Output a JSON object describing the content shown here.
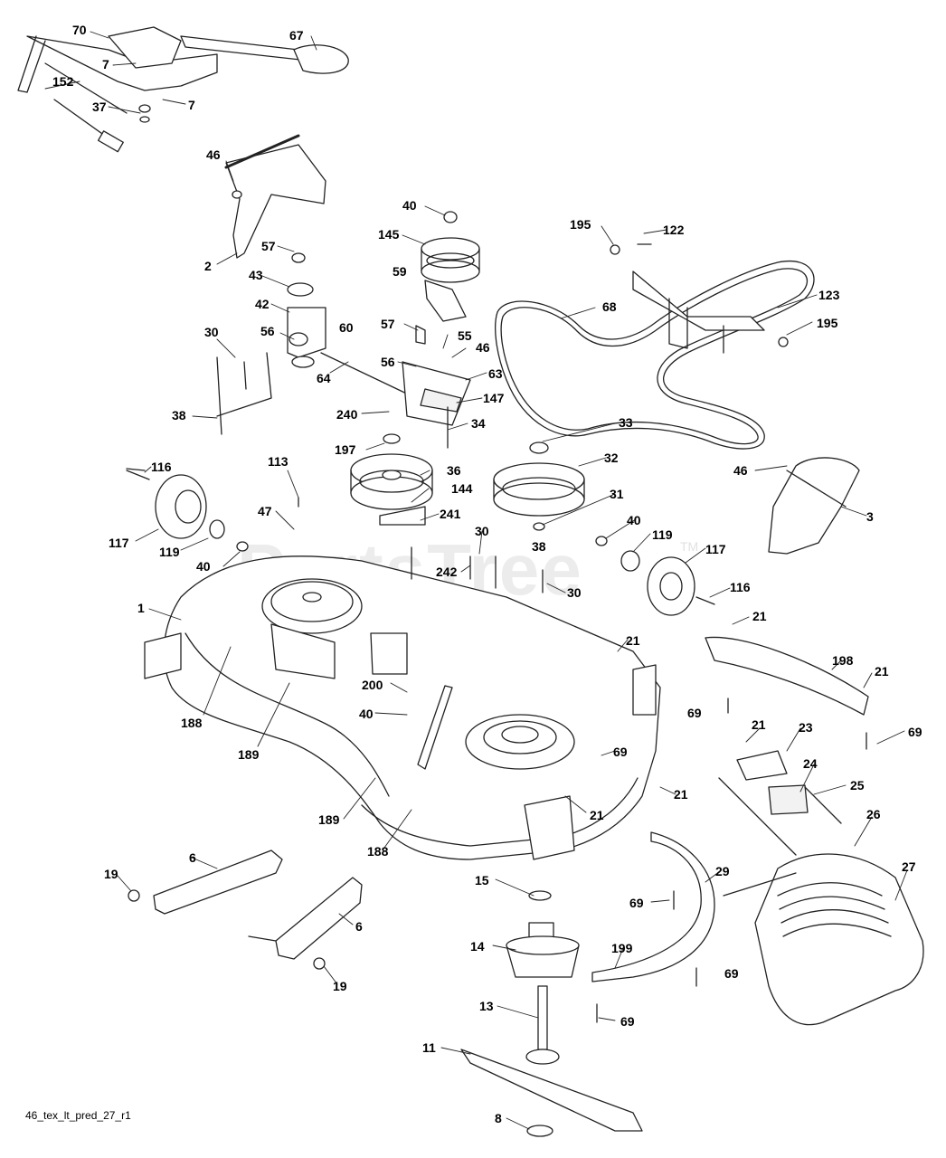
{
  "drawing_id": "46_tex_lt_pred_27_r1",
  "watermark": "PartsTree",
  "watermark_tm": "TM",
  "colors": {
    "line": "#222222",
    "fill": "#ffffff",
    "light": "#f2f2f2"
  },
  "callouts": [
    {
      "id": "c70",
      "text": "70"
    },
    {
      "id": "c67",
      "text": "67"
    },
    {
      "id": "c7a",
      "text": "7"
    },
    {
      "id": "c152",
      "text": "152"
    },
    {
      "id": "c7b",
      "text": "7"
    },
    {
      "id": "c37",
      "text": "37"
    },
    {
      "id": "c46a",
      "text": "46"
    },
    {
      "id": "c40a",
      "text": "40"
    },
    {
      "id": "c195a",
      "text": "195"
    },
    {
      "id": "c122",
      "text": "122"
    },
    {
      "id": "c145",
      "text": "145"
    },
    {
      "id": "c57a",
      "text": "57"
    },
    {
      "id": "c2",
      "text": "2"
    },
    {
      "id": "c43",
      "text": "43"
    },
    {
      "id": "c59",
      "text": "59"
    },
    {
      "id": "c123",
      "text": "123"
    },
    {
      "id": "c42",
      "text": "42"
    },
    {
      "id": "c60",
      "text": "60"
    },
    {
      "id": "c68",
      "text": "68"
    },
    {
      "id": "c195b",
      "text": "195"
    },
    {
      "id": "c30a",
      "text": "30"
    },
    {
      "id": "c56a",
      "text": "56"
    },
    {
      "id": "c57b",
      "text": "57"
    },
    {
      "id": "c55",
      "text": "55"
    },
    {
      "id": "c46b",
      "text": "46"
    },
    {
      "id": "c56b",
      "text": "56"
    },
    {
      "id": "c64",
      "text": "64"
    },
    {
      "id": "c63",
      "text": "63"
    },
    {
      "id": "c147",
      "text": "147"
    },
    {
      "id": "c240",
      "text": "240"
    },
    {
      "id": "c38a",
      "text": "38"
    },
    {
      "id": "c34",
      "text": "34"
    },
    {
      "id": "c33",
      "text": "33"
    },
    {
      "id": "c197",
      "text": "197"
    },
    {
      "id": "c113",
      "text": "113"
    },
    {
      "id": "c116a",
      "text": "116"
    },
    {
      "id": "c32",
      "text": "32"
    },
    {
      "id": "c36",
      "text": "36"
    },
    {
      "id": "c46c",
      "text": "46"
    },
    {
      "id": "c144",
      "text": "144"
    },
    {
      "id": "c31",
      "text": "31"
    },
    {
      "id": "c3",
      "text": "3"
    },
    {
      "id": "c47",
      "text": "47"
    },
    {
      "id": "c241",
      "text": "241"
    },
    {
      "id": "c40b",
      "text": "40"
    },
    {
      "id": "c117a",
      "text": "117"
    },
    {
      "id": "c119a",
      "text": "119"
    },
    {
      "id": "c30b",
      "text": "30"
    },
    {
      "id": "c119b",
      "text": "119"
    },
    {
      "id": "c38b",
      "text": "38"
    },
    {
      "id": "c117b",
      "text": "117"
    },
    {
      "id": "c40c",
      "text": "40"
    },
    {
      "id": "c242",
      "text": "242"
    },
    {
      "id": "c30c",
      "text": "30"
    },
    {
      "id": "c116b",
      "text": "116"
    },
    {
      "id": "c1",
      "text": "1"
    },
    {
      "id": "c21a",
      "text": "21"
    },
    {
      "id": "c21b",
      "text": "21"
    },
    {
      "id": "c198",
      "text": "198"
    },
    {
      "id": "c200",
      "text": "200"
    },
    {
      "id": "c21c",
      "text": "21"
    },
    {
      "id": "c188a",
      "text": "188"
    },
    {
      "id": "c40d",
      "text": "40"
    },
    {
      "id": "c69a",
      "text": "69"
    },
    {
      "id": "c69b",
      "text": "69"
    },
    {
      "id": "c21d",
      "text": "21"
    },
    {
      "id": "c23",
      "text": "23"
    },
    {
      "id": "c189a",
      "text": "189"
    },
    {
      "id": "c69c",
      "text": "69"
    },
    {
      "id": "c24",
      "text": "24"
    },
    {
      "id": "c25",
      "text": "25"
    },
    {
      "id": "c21e",
      "text": "21"
    },
    {
      "id": "c21f",
      "text": "21"
    },
    {
      "id": "c189b",
      "text": "189"
    },
    {
      "id": "c26",
      "text": "26"
    },
    {
      "id": "c188b",
      "text": "188"
    },
    {
      "id": "c6a",
      "text": "6"
    },
    {
      "id": "c27",
      "text": "27"
    },
    {
      "id": "c19a",
      "text": "19"
    },
    {
      "id": "c15",
      "text": "15"
    },
    {
      "id": "c29",
      "text": "29"
    },
    {
      "id": "c69d",
      "text": "69"
    },
    {
      "id": "c6b",
      "text": "6"
    },
    {
      "id": "c14",
      "text": "14"
    },
    {
      "id": "c199",
      "text": "199"
    },
    {
      "id": "c19b",
      "text": "19"
    },
    {
      "id": "c69e",
      "text": "69"
    },
    {
      "id": "c13",
      "text": "13"
    },
    {
      "id": "c69f",
      "text": "69"
    },
    {
      "id": "c11",
      "text": "11"
    },
    {
      "id": "c8",
      "text": "8"
    }
  ]
}
